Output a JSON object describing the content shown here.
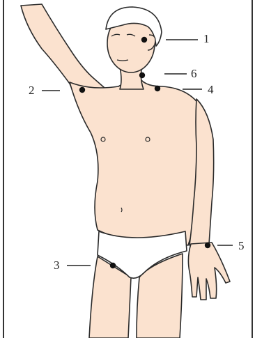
{
  "diagram": {
    "labels": [
      {
        "id": "1",
        "text": "1"
      },
      {
        "id": "2",
        "text": "2"
      },
      {
        "id": "3",
        "text": "3"
      },
      {
        "id": "4",
        "text": "4"
      },
      {
        "id": "5",
        "text": "5"
      },
      {
        "id": "6",
        "text": "6"
      }
    ]
  },
  "colors": {
    "skin": "#fbe2cf",
    "skin_shadow": "#efc7ae",
    "hair": "#ffffff",
    "outline": "#2a2a2a",
    "underwear": "#ffffff",
    "marker": "#111111",
    "frame": "#333333"
  }
}
